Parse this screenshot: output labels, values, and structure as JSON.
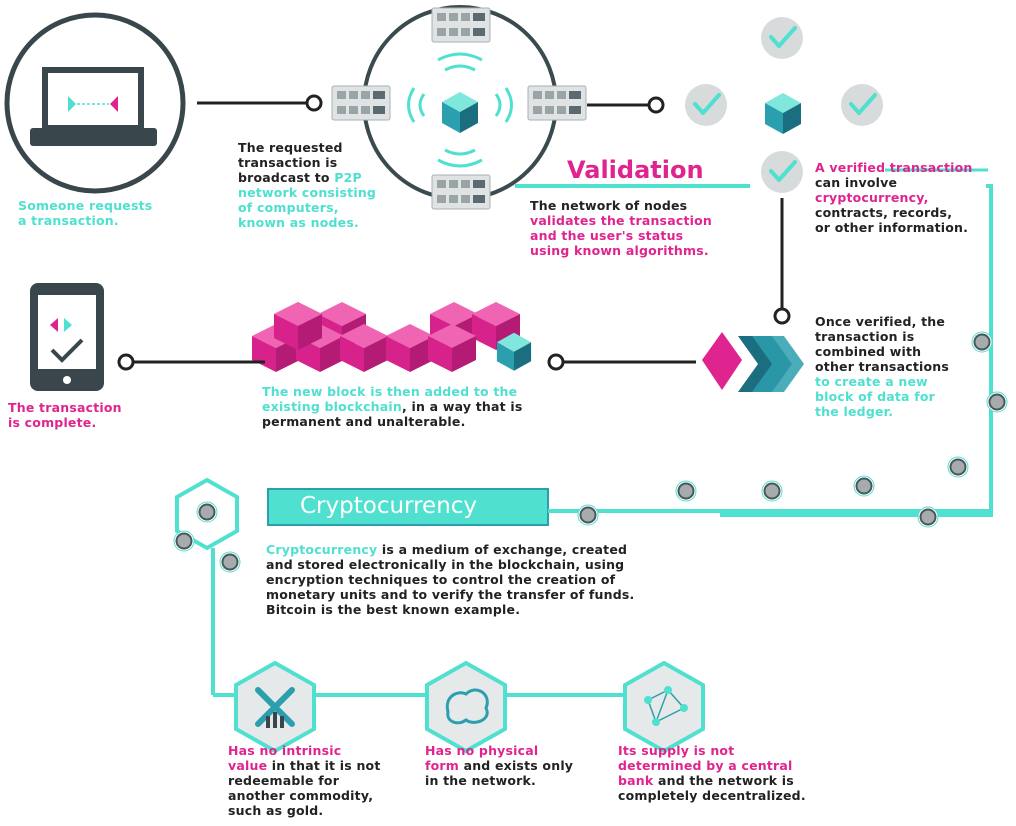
{
  "colors": {
    "teal": "#4fe0cf",
    "magenta": "#e0248f",
    "dark": "#3a4a4f",
    "gray": "#bfc5c7"
  },
  "steps": {
    "request": {
      "line1": "Someone requests",
      "line2": "a transaction."
    },
    "broadcast": {
      "l1": "The requested",
      "l2": "transaction is",
      "l3a": "broadcast to ",
      "l3b": "P2P",
      "l4": "network consisting",
      "l5": "of computers,",
      "l6": "known as nodes."
    },
    "validation": {
      "title": "Validation",
      "l1": "The network of nodes",
      "l2": "validates the transaction",
      "l3": "and the user's status",
      "l4": "using known algorithms."
    },
    "verified": {
      "l1": "A verified transaction",
      "l2": "can involve",
      "l3": "cryptocurrency,",
      "l4": "contracts, records,",
      "l5": "or other information."
    },
    "combined": {
      "l1": "Once verified, the",
      "l2": "transaction is",
      "l3": "combined with",
      "l4": "other transactions",
      "l5": "to create a new",
      "l6": "block of data for",
      "l7": "the ledger."
    },
    "block": {
      "l1": "The new block is then added to the",
      "l2a": "existing blockchain",
      "l2b": ", in a way that is",
      "l3": "permanent and unalterable."
    },
    "complete": {
      "l1": "The transaction",
      "l2": "is complete."
    }
  },
  "crypto": {
    "title": "Cryptocurrency",
    "d1a": "Cryptocurrency",
    "d1b": " is a medium of exchange, created",
    "d2": "and stored electronically in the blockchain, using",
    "d3": "encryption techniques to control the creation of",
    "d4": "monetary units and to verify the transfer of funds.",
    "d5": "Bitcoin is the best known example."
  },
  "features": [
    {
      "icon": "no-value-icon",
      "hl1": "Has no intrinsic",
      "hl2a": "value",
      "l2b": " in that it is not",
      "l3": "redeemable for",
      "l4": "another commodity,",
      "l5": "such as gold."
    },
    {
      "icon": "no-form-icon",
      "hl1": "Has no physical",
      "hl2a": "form",
      "l2b": " and exists only",
      "l3": "in the network."
    },
    {
      "icon": "network-icon",
      "hl1": "Its supply is not",
      "hl2": "determined by a central",
      "hl3a": "bank",
      "l3b": " and the network is",
      "l4": "completely decentralized."
    }
  ]
}
